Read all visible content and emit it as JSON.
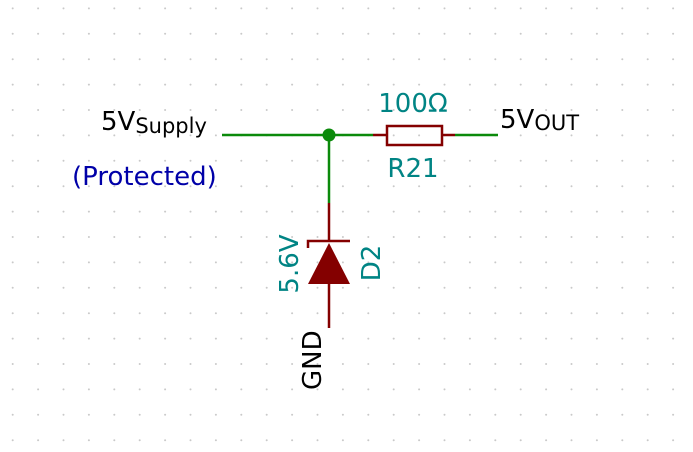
{
  "colors": {
    "background": "#ffffff",
    "grid_dot": "#c9c9c9",
    "wire": "#0b8a0b",
    "component": "#840000",
    "component_fill": "#840000",
    "ref_value_text": "#008484",
    "net_label_text": "#000000",
    "note_text": "#0000a8"
  },
  "nets": {
    "supply": {
      "main": "5V",
      "sub": "Supply"
    },
    "output": {
      "main": "5V",
      "sub": "OUT"
    },
    "ground": "GND"
  },
  "components": {
    "resistor": {
      "reference": "R21",
      "value": "100Ω"
    },
    "diode": {
      "reference": "D2",
      "value": "5.6V"
    }
  },
  "note": "(Protected)"
}
